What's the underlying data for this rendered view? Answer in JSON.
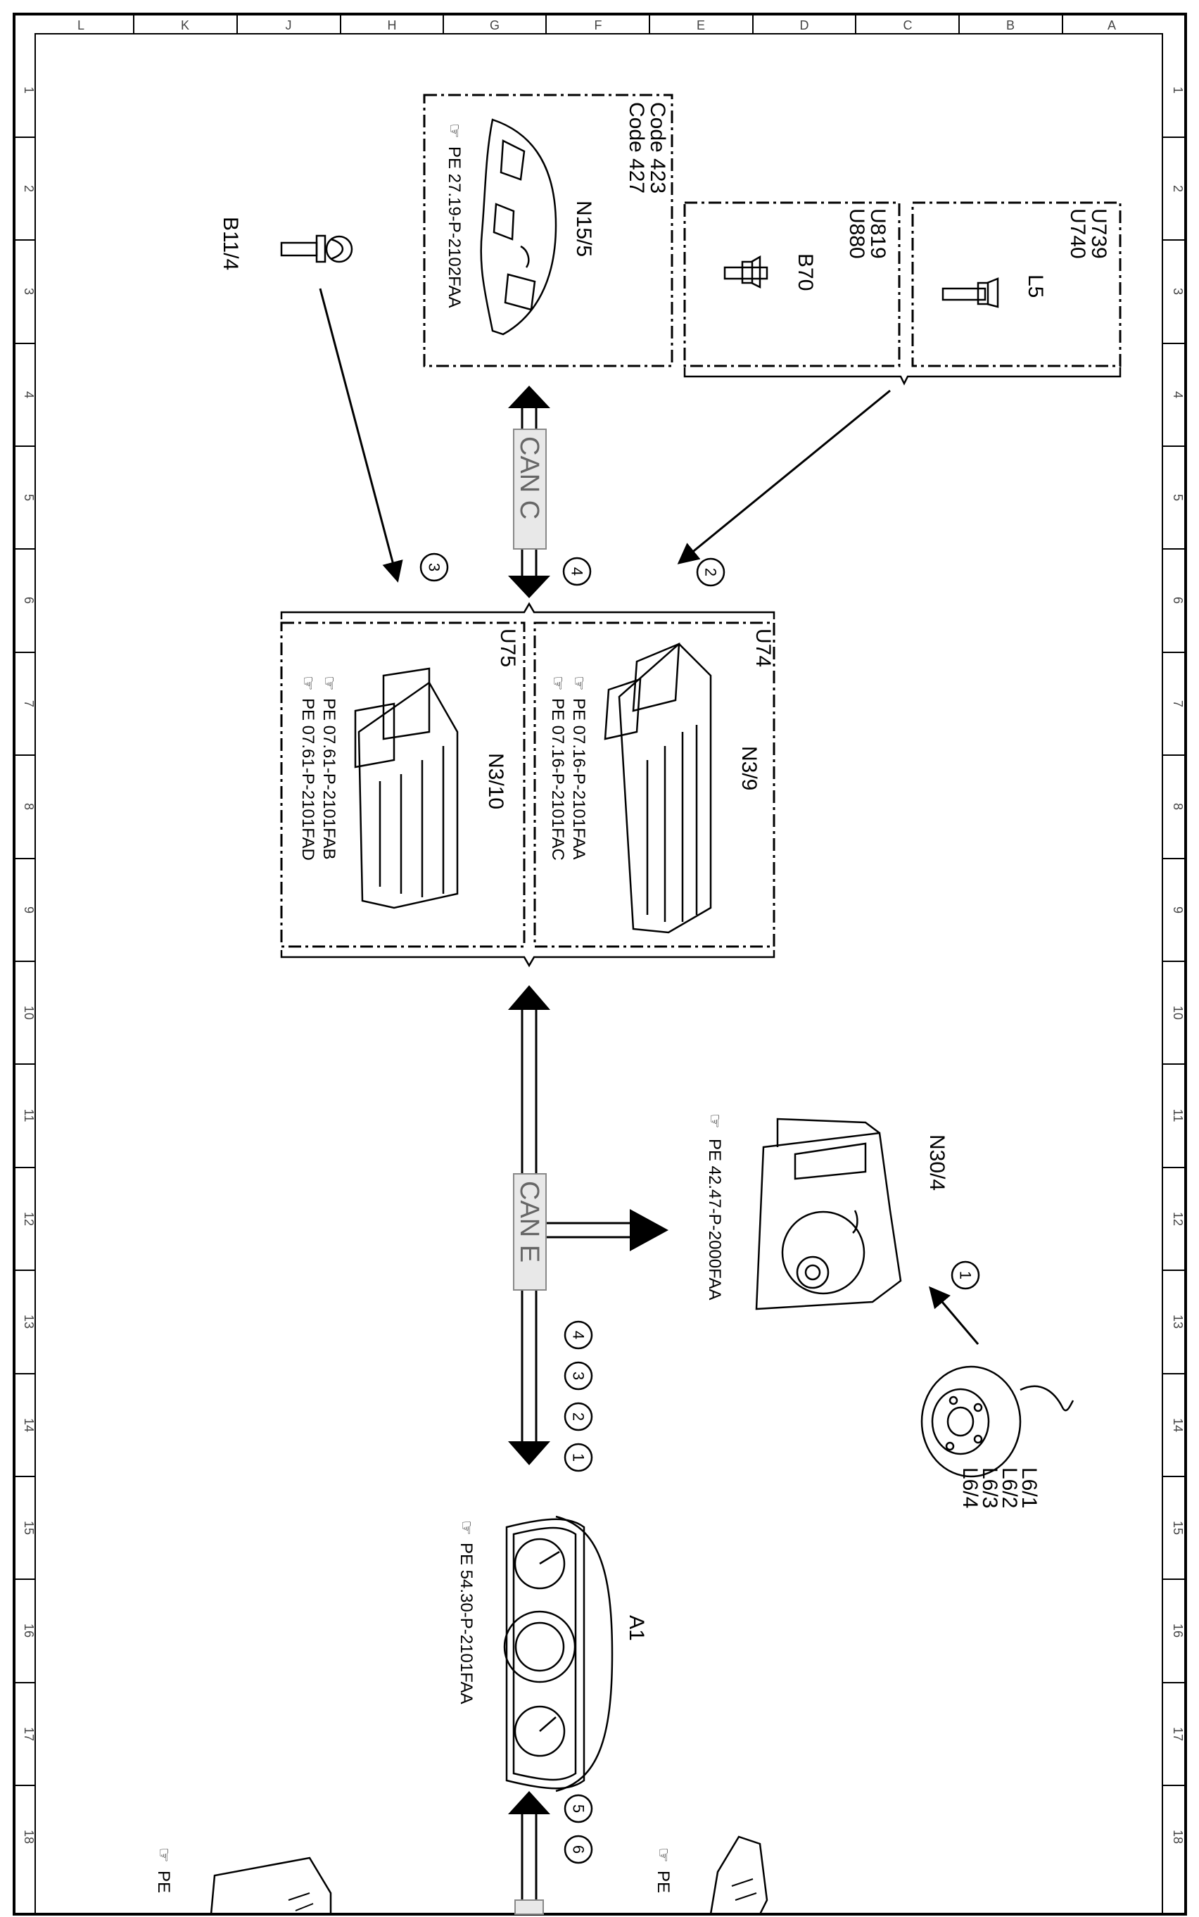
{
  "grid": {
    "letters": [
      "L",
      "K",
      "J",
      "H",
      "G",
      "F",
      "E",
      "D",
      "C",
      "B",
      "A"
    ],
    "numbers": [
      "1",
      "2",
      "3",
      "4",
      "5",
      "6",
      "7",
      "8",
      "9",
      "10",
      "11",
      "12",
      "13",
      "14",
      "15",
      "16",
      "17",
      "18"
    ]
  },
  "components": {
    "n155": {
      "label": "N15/5",
      "code1": "Code 423",
      "code2": "Code 427",
      "ref": "PE 27.19-P-2102FAA"
    },
    "b114": {
      "label": "B11/4"
    },
    "b70": {
      "label": "B70",
      "code1": "U819",
      "code2": "U880"
    },
    "l5": {
      "label": "L5",
      "code1": "U739",
      "code2": "U740"
    },
    "n39": {
      "label": "N3/9",
      "code": "U74",
      "ref1": "PE 07.16-P-2101FAA",
      "ref2": "PE 07.16-P-2101FAC"
    },
    "n310": {
      "label": "N3/10",
      "code": "U75",
      "ref1": "PE 07.61-P-2101FAB",
      "ref2": "PE 07.61-P-2101FAD"
    },
    "n304": {
      "label": "N30/4",
      "ref": "PE 42.47-P-2000FAA"
    },
    "l6": {
      "l1": "L6/1",
      "l2": "L6/2",
      "l3": "L6/3",
      "l4": "L6/4"
    },
    "a1": {
      "label": "A1",
      "ref": "PE 54.30-P-2101FAA"
    }
  },
  "buses": {
    "can_c": "CAN C",
    "can_e": "CAN E"
  },
  "markers": {
    "m1": "1",
    "m2": "2",
    "m3": "3",
    "m4": "4",
    "m5": "5",
    "m6": "6"
  },
  "bottom_refs": {
    "left": "PE",
    "right": "PE"
  }
}
